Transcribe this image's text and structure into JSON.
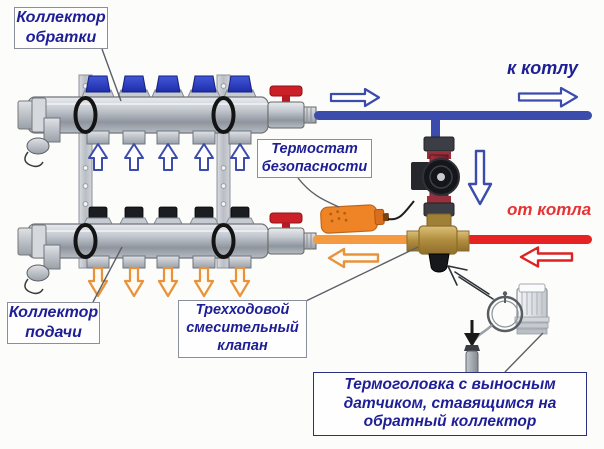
{
  "diagram": {
    "type": "heating-manifold-piping-scheme",
    "labels": {
      "return_collector": "Коллектор обратки",
      "safety_thermostat": "Термостат безопасности",
      "supply_collector": "Коллектор подачи",
      "mixing_valve": "Трехходовой смесительный клапан",
      "thermal_head": "Термоголовка с выносным датчиком, ставящимся на обратный коллектор",
      "to_boiler": "к котлу",
      "from_boiler": "от котла"
    },
    "components": {
      "loop_ports_per_manifold": 5,
      "pump": "циркуляционный насос",
      "valves": "шаровые краны с красной рукояткой"
    },
    "colors": {
      "label_text": "#1e1e96",
      "from_boiler_text": "#e63333",
      "pipe_return_blue": "#3c4cac",
      "pipe_mixed_orange": "#f59a40",
      "pipe_hot_red": "#e62222",
      "manifold_cap_blue": "#2a3cc8",
      "arrow_up_blue": "#3c4cac",
      "arrow_down_orange": "#e8933c",
      "arrow_left_red": "#dd2222",
      "pump_body_red": "#8e2b38",
      "valve_brass": "#b9924a",
      "thermostat_orange": "#ef8426",
      "valve_handle_red": "#cc2028"
    }
  }
}
